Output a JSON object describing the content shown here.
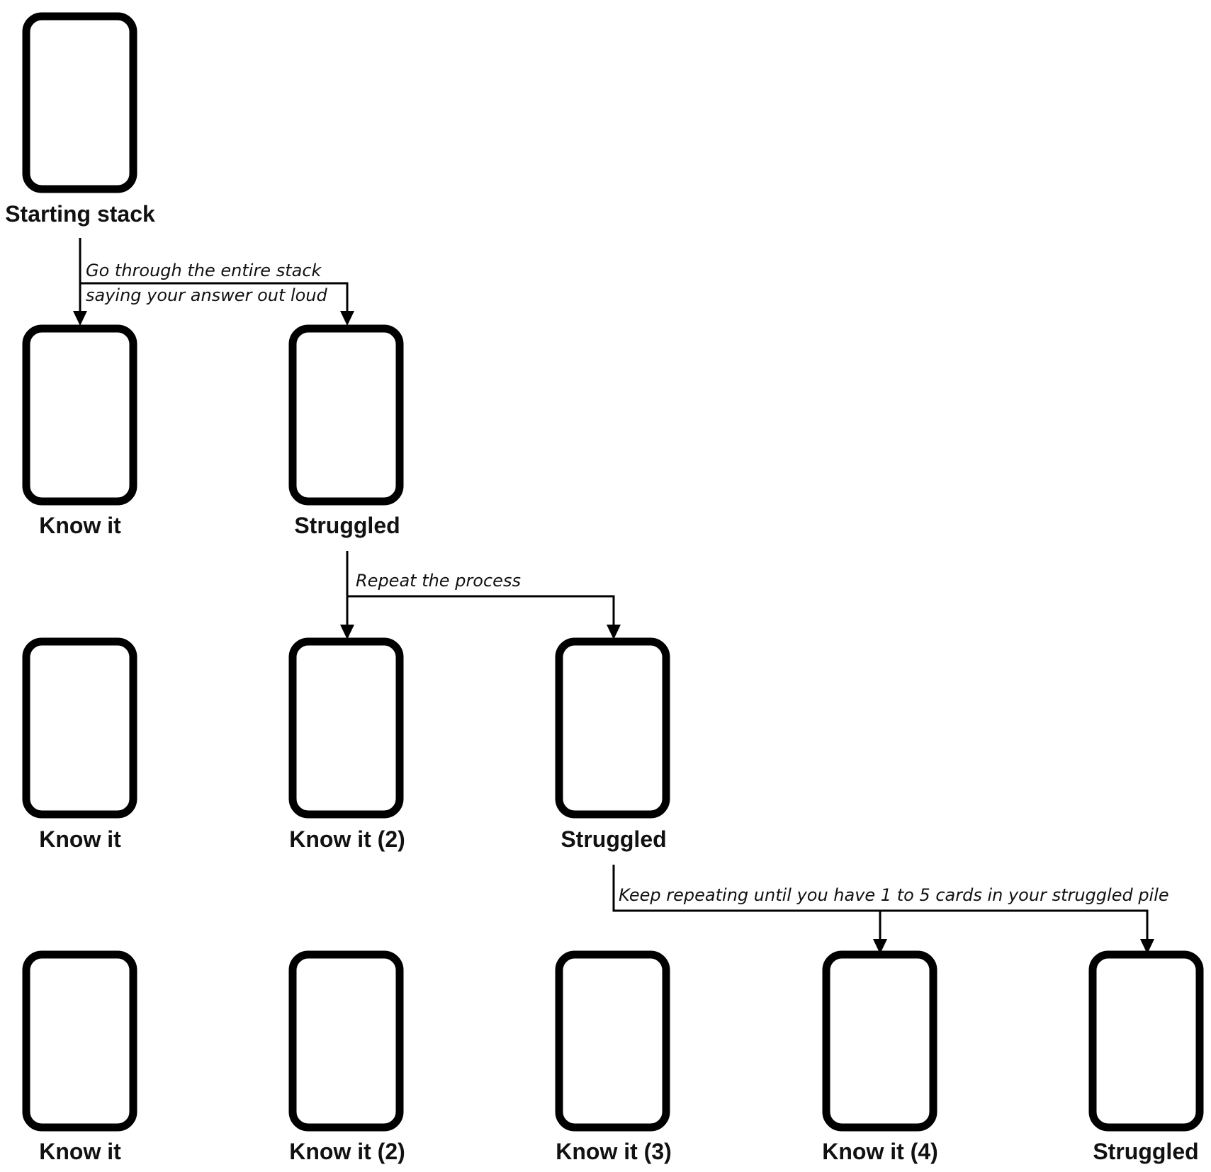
{
  "diagram": {
    "rows": [
      {
        "cards": [
          {
            "label": "Starting stack"
          }
        ]
      },
      {
        "cards": [
          {
            "label": "Know it"
          },
          {
            "label": "Struggled"
          }
        ]
      },
      {
        "cards": [
          {
            "label": "Know it"
          },
          {
            "label": "Know it (2)"
          },
          {
            "label": "Struggled"
          }
        ]
      },
      {
        "cards": [
          {
            "label": "Know it"
          },
          {
            "label": "Know it (2)"
          },
          {
            "label": "Know it (3)"
          },
          {
            "label": "Know it (4)"
          },
          {
            "label": "Struggled"
          }
        ]
      }
    ],
    "steps": [
      {
        "text_lines": [
          "Go through the entire stack",
          "saying your answer out loud"
        ]
      },
      {
        "text_lines": [
          "Repeat the process"
        ]
      },
      {
        "text_lines": [
          "Keep repeating until you have 1 to 5 cards in your struggled pile"
        ]
      }
    ]
  }
}
